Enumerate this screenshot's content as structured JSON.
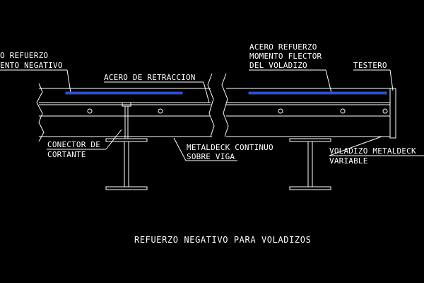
{
  "drawing": {
    "title": "REFUERZO NEGATIVO PARA VOLADIZOS",
    "labels": {
      "refuerzo_negativo_line1": "O REFUERZO",
      "refuerzo_negativo_line2": "ENTO NEGATIVO",
      "acero_retraccion": "ACERO DE RETRACCION",
      "refuerzo_voladizo_line1": "ACERO REFUERZO",
      "refuerzo_voladizo_line2": "MOMENTO FLECTOR",
      "refuerzo_voladizo_line3": "DEL VOLADIZO",
      "testero": "TESTERO",
      "conector_line1": "CONECTOR DE",
      "conector_line2": "CORTANTE",
      "metaldeck_line1": "METALDECK CONTINUO",
      "metaldeck_line2": "SOBRE VIGA",
      "voladizo_line1": "VOLADIZO METALDECK",
      "voladizo_line2": "VARIABLE"
    },
    "colors": {
      "background": "#000000",
      "linework": "#ffffff",
      "reinforcement": "#1f3fd6",
      "text": "#ffffff"
    }
  }
}
